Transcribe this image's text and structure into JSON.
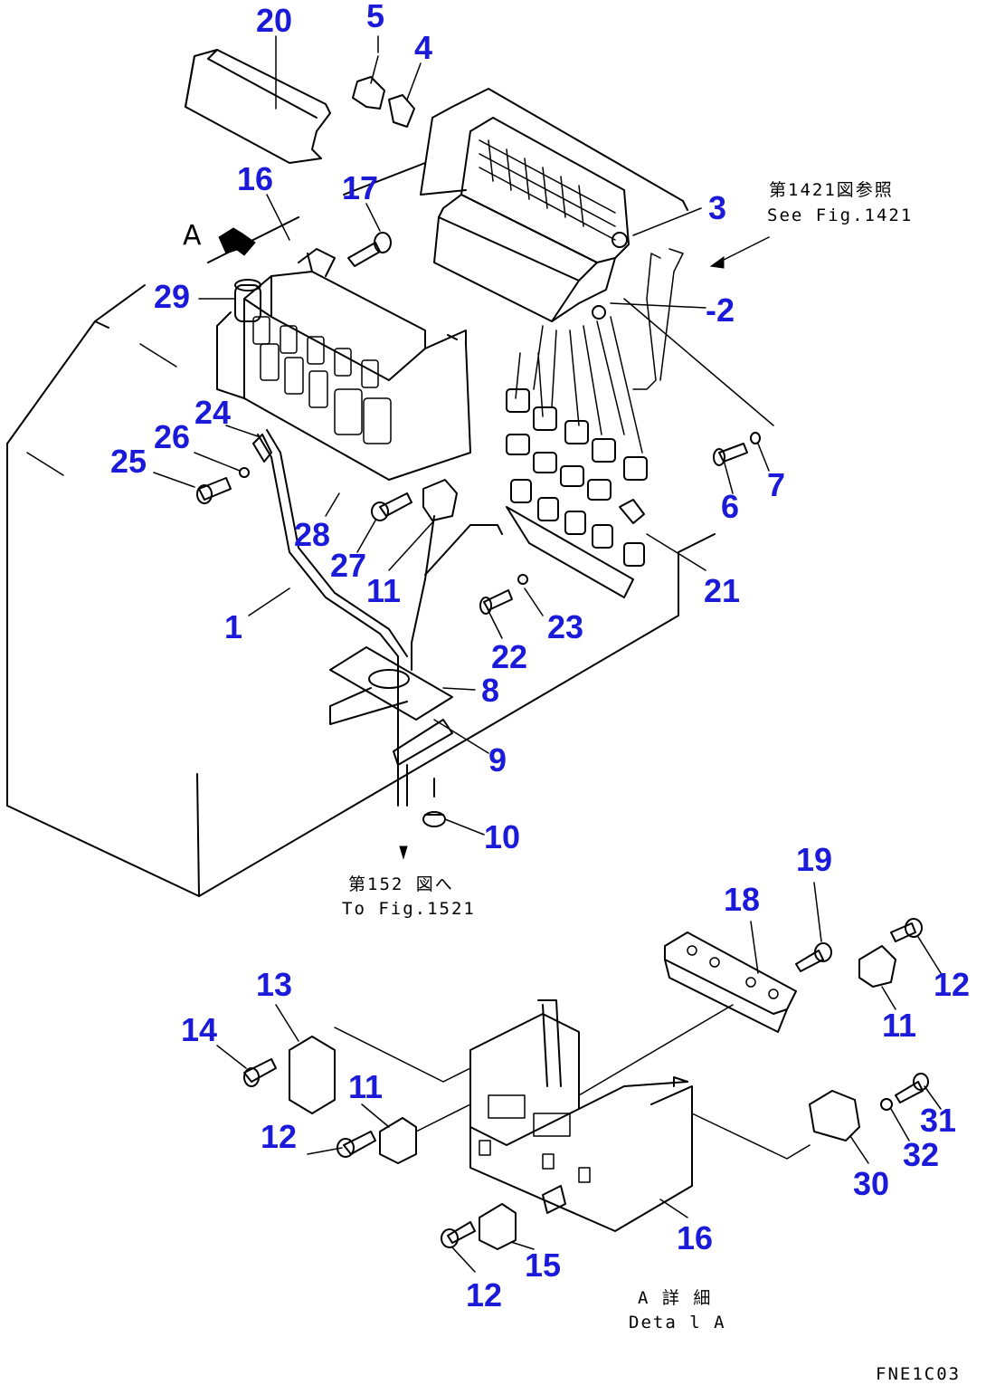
{
  "colors": {
    "label": "#1a1ad8",
    "line": "#000000",
    "background": "#ffffff"
  },
  "view_arrow": {
    "letter": "A"
  },
  "notes": {
    "ref_1421_ja": "第1421図参照",
    "ref_1421_en": "See Fig.1421",
    "ref_1521_ja": "第152 図へ",
    "ref_1521_en": "To Fig.1521",
    "detail_a_ja": "A 詳 細",
    "detail_a_en": "Deta l A"
  },
  "drawing_code": "FNE1C03",
  "callouts": [
    {
      "id": "c20",
      "text": "20"
    },
    {
      "id": "c5",
      "text": "5"
    },
    {
      "id": "c4",
      "text": "4"
    },
    {
      "id": "c16a",
      "text": "16"
    },
    {
      "id": "c17",
      "text": "17"
    },
    {
      "id": "c3",
      "text": "3"
    },
    {
      "id": "c2",
      "text": "-2"
    },
    {
      "id": "c29",
      "text": "29"
    },
    {
      "id": "c24",
      "text": "24"
    },
    {
      "id": "c26",
      "text": "26"
    },
    {
      "id": "c25",
      "text": "25"
    },
    {
      "id": "c7",
      "text": "7"
    },
    {
      "id": "c6",
      "text": "6"
    },
    {
      "id": "c28",
      "text": "28"
    },
    {
      "id": "c27",
      "text": "27"
    },
    {
      "id": "c11a",
      "text": "11"
    },
    {
      "id": "c21",
      "text": "21"
    },
    {
      "id": "c1",
      "text": "1"
    },
    {
      "id": "c23",
      "text": "23"
    },
    {
      "id": "c22",
      "text": "22"
    },
    {
      "id": "c8",
      "text": "8"
    },
    {
      "id": "c9",
      "text": "9"
    },
    {
      "id": "c10",
      "text": "10"
    },
    {
      "id": "c19",
      "text": "19"
    },
    {
      "id": "c18",
      "text": "18"
    },
    {
      "id": "c12a",
      "text": "12"
    },
    {
      "id": "c11b",
      "text": "11"
    },
    {
      "id": "c13",
      "text": "13"
    },
    {
      "id": "c14",
      "text": "14"
    },
    {
      "id": "c11c",
      "text": "11"
    },
    {
      "id": "c12b",
      "text": "12"
    },
    {
      "id": "c31",
      "text": "31"
    },
    {
      "id": "c32",
      "text": "32"
    },
    {
      "id": "c30",
      "text": "30"
    },
    {
      "id": "c16b",
      "text": "16"
    },
    {
      "id": "c15",
      "text": "15"
    },
    {
      "id": "c12c",
      "text": "12"
    }
  ]
}
